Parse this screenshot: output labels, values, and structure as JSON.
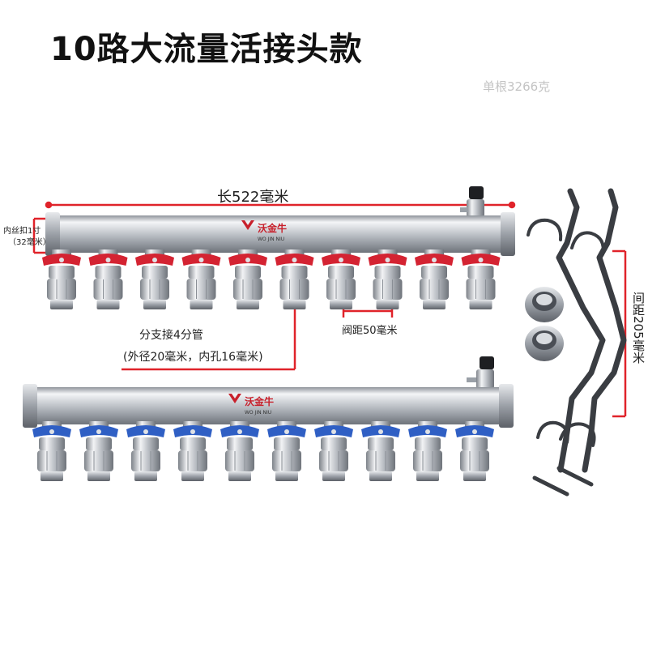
{
  "title": "10路大流量活接头款",
  "weight_note": "单根3266克",
  "annotations": {
    "length": "长522毫米",
    "inner_thread_line1": "内丝扣1寸",
    "inner_thread_line2": "（32毫米）",
    "branch_line1": "分支接4分管",
    "branch_line2": "(外径20毫米，内孔16毫米)",
    "valve_spacing": "阀距50毫米",
    "bracket_spacing": "间距205毫米"
  },
  "brand": {
    "name_cn": "沃金牛",
    "name_en": "WO JIN NIU"
  },
  "colors": {
    "measure_line": "#e0232a",
    "supply_handle": "#d42332",
    "return_handle": "#2f5fc4",
    "chrome": "#c9ccd1",
    "bracket": "#3a3d42"
  },
  "valves": {
    "supply_count": 10,
    "return_count": 10
  }
}
